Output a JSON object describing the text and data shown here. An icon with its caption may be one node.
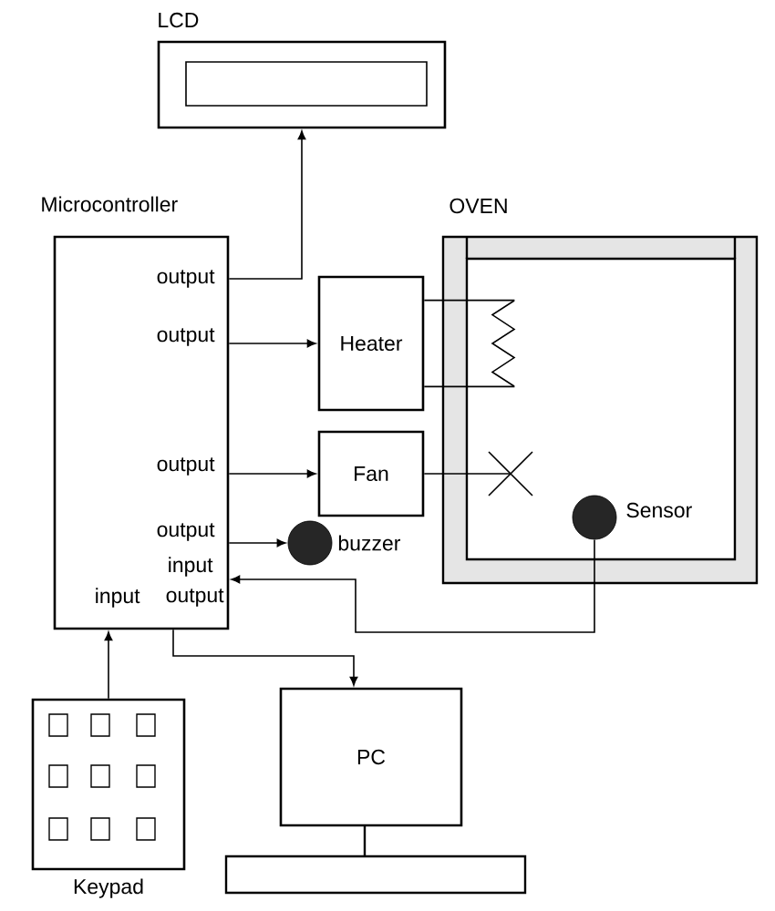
{
  "diagram": {
    "nodes": [
      {
        "text": [
          "LCD"
        ]
      },
      {
        "text": [
          "Microcontroller",
          "output",
          "output",
          "output",
          "output",
          "input",
          "input",
          "output"
        ]
      },
      {
        "text": [
          "OVEN"
        ]
      },
      {
        "text": [
          "Heater"
        ]
      },
      {
        "text": [
          "Fan"
        ]
      },
      {
        "text": [],
        "shape": "circle",
        "beside": [
          "buzzer"
        ]
      },
      {
        "text": [],
        "shape": "coil",
        "in": 2
      },
      {
        "text": [],
        "shape": "fan",
        "in": 2
      },
      {
        "text": [],
        "shape": "circle",
        "in": 2,
        "beside": [
          "Sensor"
        ]
      },
      {
        "text": [
          "Keypad"
        ]
      },
      {
        "text": [
          "PC"
        ]
      }
    ],
    "edges": [
      {
        "from": 1,
        "to": 0,
        "arrow": "to"
      },
      {
        "from": 1,
        "to": 3,
        "arrow": "to"
      },
      {
        "from": 1,
        "to": 4,
        "arrow": "to"
      },
      {
        "from": 1,
        "to": 5,
        "arrow": "to"
      },
      {
        "from": 3,
        "to": 6,
        "arrow": "none"
      },
      {
        "from": 3,
        "to": 6,
        "arrow": "none"
      },
      {
        "from": 4,
        "to": 7,
        "arrow": "none"
      },
      {
        "from": 8,
        "to": 1,
        "arrow": "to"
      },
      {
        "from": 9,
        "to": 1,
        "arrow": "to"
      },
      {
        "from": 1,
        "to": 10,
        "arrow": "to"
      }
    ]
  }
}
